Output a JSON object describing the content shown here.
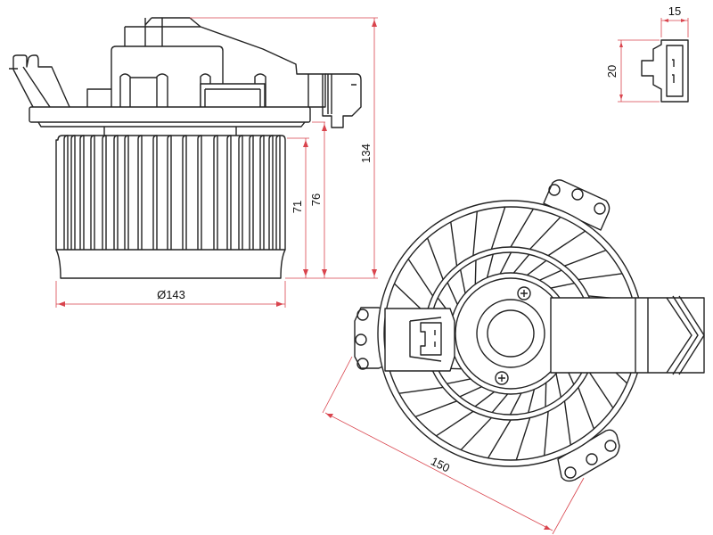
{
  "drawing": {
    "dimensions": {
      "connector_width": "15",
      "connector_height": "20",
      "total_height": "134",
      "body_height": "76",
      "fan_height": "71",
      "fan_diameter": "Ø143",
      "mount_span": "150"
    },
    "colors": {
      "dimension_line": "#d9444d",
      "outline": "#222222"
    }
  }
}
